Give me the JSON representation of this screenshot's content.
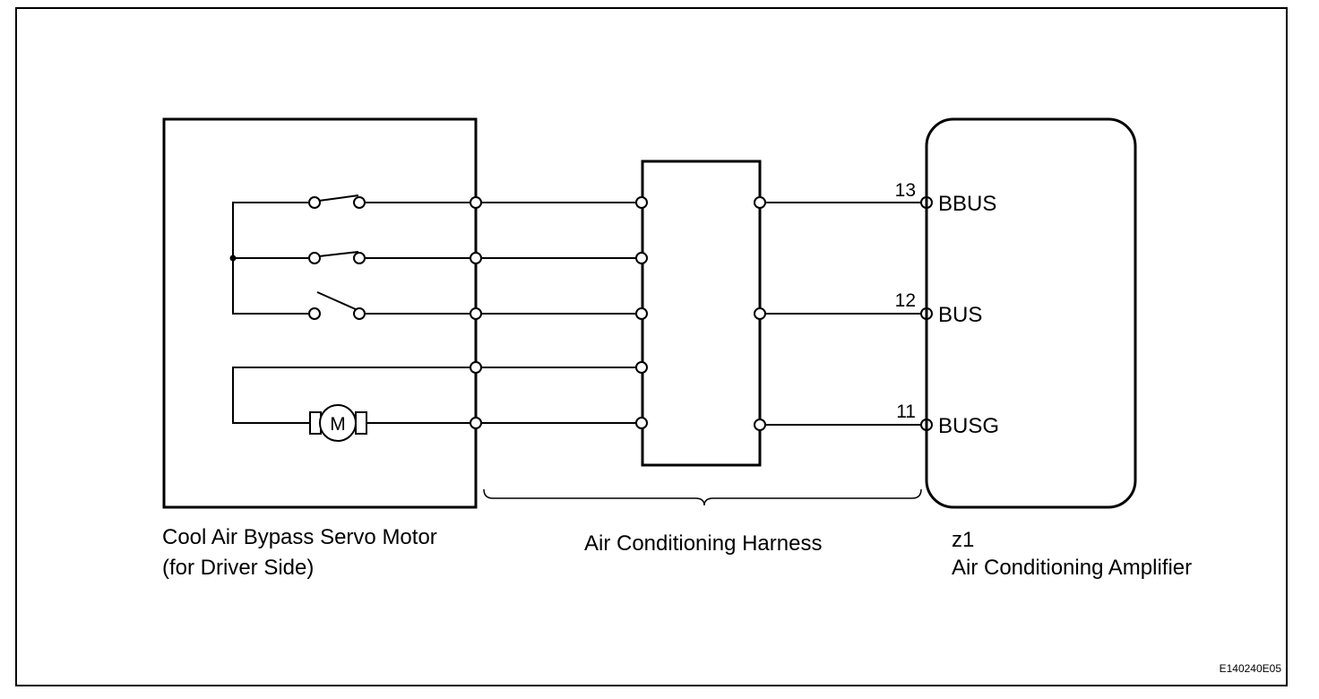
{
  "components": {
    "servo_motor": {
      "line1": "Cool Air Bypass Servo Motor",
      "line2": "(for Driver Side)",
      "motor_symbol": "M"
    },
    "harness": {
      "label": "Air Conditioning Harness"
    },
    "amplifier": {
      "connector": "z1",
      "name": "Air Conditioning Amplifier"
    }
  },
  "terminals": [
    {
      "pin": "13",
      "name": "BBUS"
    },
    {
      "pin": "12",
      "name": "BUS"
    },
    {
      "pin": "11",
      "name": "BUSG"
    }
  ],
  "figure_code": "E140240E05"
}
